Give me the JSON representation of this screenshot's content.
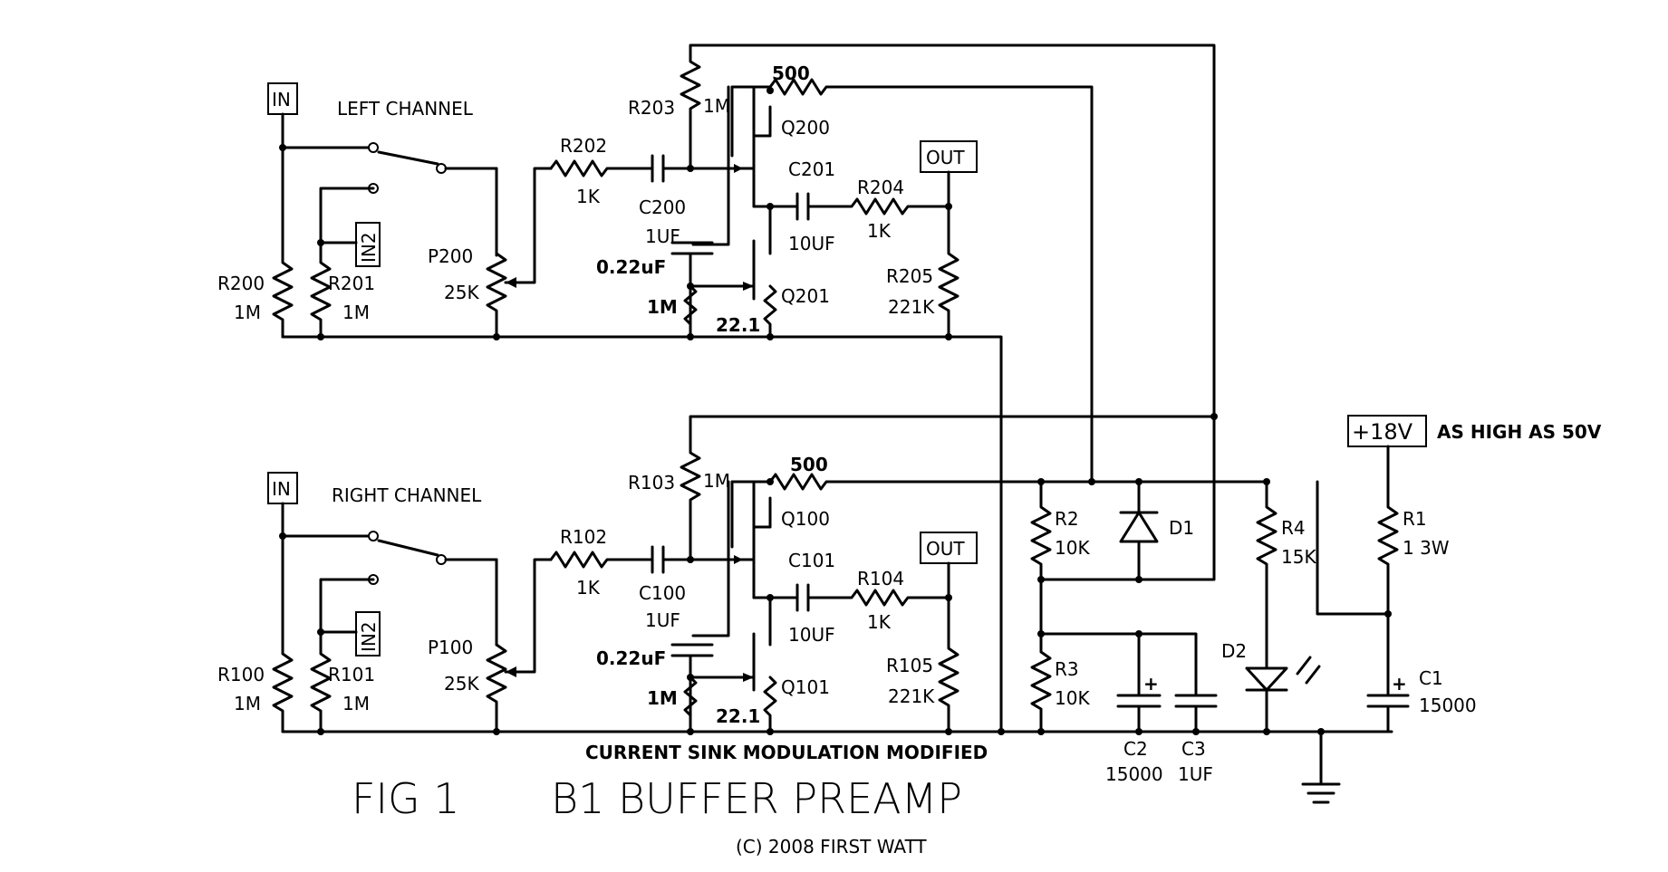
{
  "labels": {
    "in_left": "IN",
    "in_right": "IN",
    "in2_left": "IN2",
    "in2_right": "IN2",
    "out_left": "OUT",
    "out_right": "OUT",
    "left_channel": "LEFT CHANNEL",
    "right_channel": "RIGHT CHANNEL",
    "supply": "+18V",
    "supply_note": "AS HIGH AS 50V",
    "modified_note": "CURRENT SINK MODULATION MODIFIED",
    "fig_label": "FIG 1",
    "title": "B1 BUFFER PREAMP",
    "copyright": "(C) 2008 FIRST WATT"
  },
  "left": {
    "r200": "R200",
    "r200_val": "1M",
    "r201": "R201",
    "r201_val": "1M",
    "p200": "P200",
    "p200_val": "25K",
    "r202": "R202",
    "r202_val": "1K",
    "c200": "C200",
    "c200_val": "1UF",
    "r203": "R203",
    "r203_val": "1M",
    "r500": "500",
    "q200": "Q200",
    "q201": "Q201",
    "c201": "C201",
    "c201_val": "10UF",
    "r204": "R204",
    "r204_val": "1K",
    "r205": "R205",
    "r205_val": "221K",
    "cap_022": "0.22uF",
    "r_1m": "1M",
    "r_221": "22.1"
  },
  "right": {
    "r100": "R100",
    "r100_val": "1M",
    "r101": "R101",
    "r101_val": "1M",
    "p100": "P100",
    "p100_val": "25K",
    "r102": "R102",
    "r102_val": "1K",
    "c100": "C100",
    "c100_val": "1UF",
    "r103": "R103",
    "r103_val": "1M",
    "r500": "500",
    "q100": "Q100",
    "q101": "Q101",
    "c101": "C101",
    "c101_val": "10UF",
    "r104": "R104",
    "r104_val": "1K",
    "r105": "R105",
    "r105_val": "221K",
    "cap_022": "0.22uF",
    "r_1m": "1M",
    "r_221": "22.1"
  },
  "psu": {
    "r2": "R2",
    "r2_val": "10K",
    "r3": "R3",
    "r3_val": "10K",
    "d1": "D1",
    "c2": "C2",
    "c2_val": "15000",
    "c3": "C3",
    "c3_val": "1UF",
    "r4": "R4",
    "r4_val": "15K",
    "d2": "D2",
    "r1": "R1",
    "r1_val": "1 3W",
    "c1": "C1",
    "c1_val": "15000",
    "plus": "+"
  }
}
